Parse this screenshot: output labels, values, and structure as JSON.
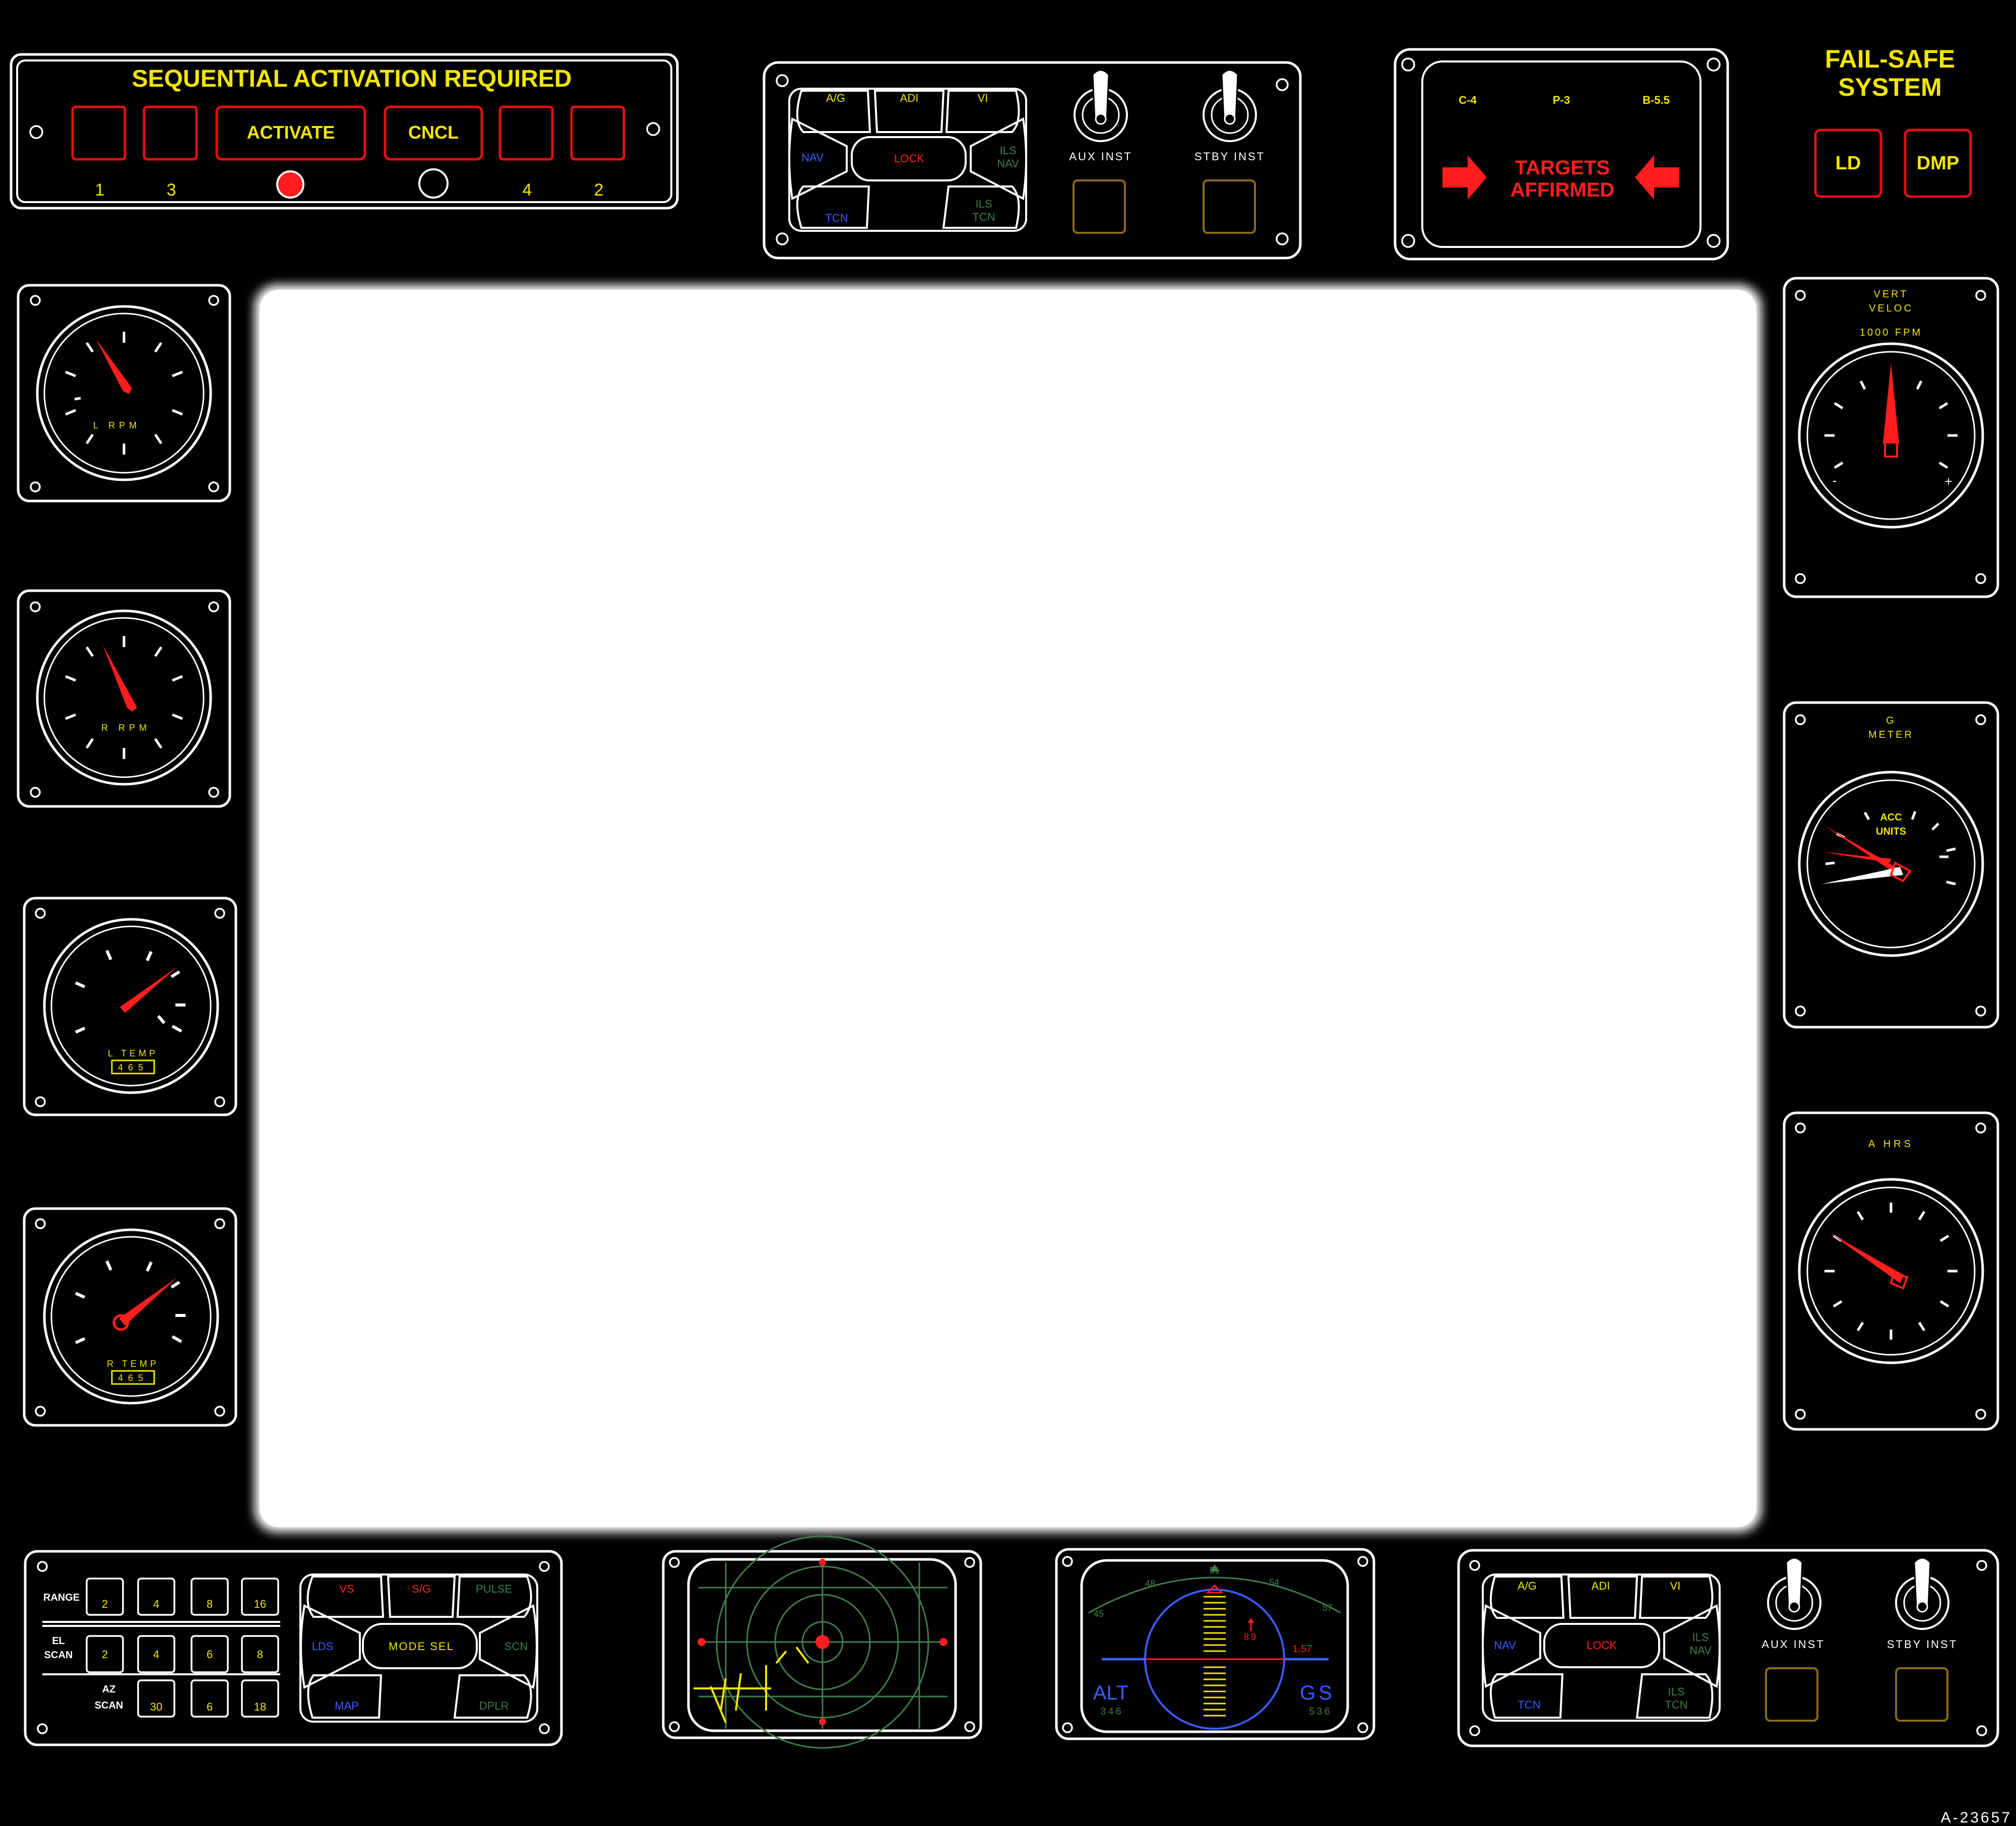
{
  "sequential_panel": {
    "title": "SEQUENTIAL ACTIVATION REQUIRED",
    "activate_label": "ACTIVATE",
    "cancel_label": "CNCL",
    "numbers": [
      "1",
      "3",
      "4",
      "2"
    ]
  },
  "mode_panel_top": {
    "labels": {
      "ag": "A/G",
      "adi": "ADI",
      "vi": "VI",
      "nav": "NAV",
      "lock": "LOCK",
      "ils": "ILS",
      "ils_nav": "NAV",
      "tcn": "TCN",
      "ils2": "ILS",
      "ils2_tcn": "TCN"
    },
    "aux_inst": "AUX INST",
    "stby_inst": "STBY INST"
  },
  "targets_panel": {
    "codes": [
      "C-4",
      "P-3",
      "B-5.5"
    ],
    "line1": "TARGETS",
    "line2": "AFFIRMED"
  },
  "failsafe": {
    "title_line1": "FAIL-SAFE",
    "title_line2": "SYSTEM",
    "ld_label": "LD",
    "dmp_label": "DMP"
  },
  "gauges_left": [
    {
      "label": "L RPM"
    },
    {
      "label": "R RPM"
    },
    {
      "label": "L TEMP",
      "readout": "465"
    },
    {
      "label": "R TEMP",
      "readout": "465"
    }
  ],
  "gauges_right": {
    "vert_veloc_line1": "VERT",
    "vert_veloc_line2": "VELOC",
    "vert_veloc_unit": "1000 FPM",
    "minus_label": "-",
    "plus_label": "+",
    "g_meter_line1": "G",
    "g_meter_line2": "METER",
    "acc_line1": "ACC",
    "acc_line2": "UNITS",
    "a_hrs": "A HRS"
  },
  "scan_panel": {
    "range_label": "RANGE",
    "range_values": [
      "2",
      "4",
      "8",
      "16"
    ],
    "el_label_1": "EL",
    "el_label_2": "SCAN",
    "el_values": [
      "2",
      "4",
      "6",
      "8"
    ],
    "az_label_1": "AZ",
    "az_label_2": "SCAN",
    "az_values": [
      "30",
      "6",
      "18"
    ]
  },
  "mode_sel_panel": {
    "vs": "VS",
    "sg": "S/G",
    "pulse": "PULSE",
    "lds": "LDS",
    "mode_sel": "MODE SEL",
    "scn": "SCN",
    "map": "MAP",
    "dplr": "DPLR"
  },
  "attitude_display": {
    "scale": [
      "45",
      "48",
      "51",
      "54",
      "57"
    ],
    "value_red_top": "89",
    "value_red_right": "1.57",
    "alt_label": "ALT",
    "alt_value": "346",
    "gs_label": "GS",
    "gs_value": "536"
  },
  "mode_panel_bottom": {
    "labels": {
      "ag": "A/G",
      "adi": "ADI",
      "vi": "VI",
      "nav": "NAV",
      "lock": "LOCK",
      "ils": "ILS",
      "ils_nav": "NAV",
      "ils2": "ILS",
      "tcn": "TCN",
      "ils2_tcn": "TCN"
    },
    "aux_inst": "AUX INST",
    "stby_inst": "STBY INST"
  },
  "doc_number": "A-23657",
  "colors": {
    "yellow": "#f2e600",
    "red": "#ff1e1e",
    "blue": "#3a5cff",
    "green": "#3f7d4a",
    "amber": "#8a6a20"
  }
}
